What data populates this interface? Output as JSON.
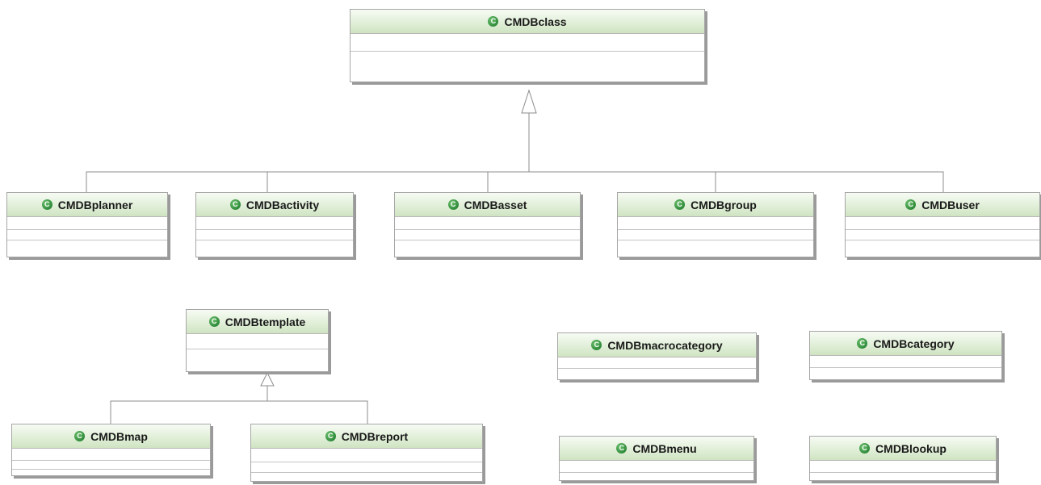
{
  "classes": {
    "cmdbclass": "CMDBclass",
    "cmdbplanner": "CMDBplanner",
    "cmdbactivity": "CMDBactivity",
    "cmdbasset": "CMDBasset",
    "cmdbgroup": "CMDBgroup",
    "cmdbuser": "CMDBuser",
    "cmdbtemplate": "CMDBtemplate",
    "cmdbmap": "CMDBmap",
    "cmdbreport": "CMDBreport",
    "cmdbmacrocategory": "CMDBmacrocategory",
    "cmdbcategory": "CMDBcategory",
    "cmdbmenu": "CMDBmenu",
    "cmdblookup": "CMDBlookup"
  },
  "class_icon_letter": "C",
  "generalizations": [
    {
      "parent": "CMDBclass",
      "children": [
        "CMDBplanner",
        "CMDBactivity",
        "CMDBasset",
        "CMDBgroup",
        "CMDBuser"
      ]
    },
    {
      "parent": "CMDBtemplate",
      "children": [
        "CMDBmap",
        "CMDBreport"
      ]
    }
  ]
}
